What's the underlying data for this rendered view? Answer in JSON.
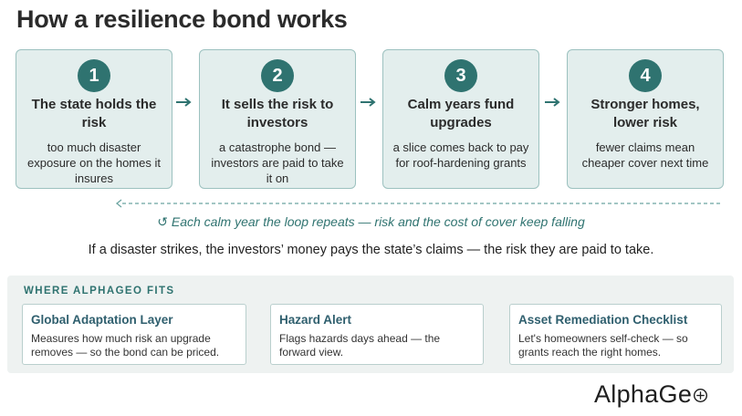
{
  "title": "How a resilience bond works",
  "steps": [
    {
      "number": "1",
      "heading": "The state holds the risk",
      "description": "too much disaster exposure on the homes it insures"
    },
    {
      "number": "2",
      "heading": "It sells the risk to investors",
      "description": "a catastrophe bond — investors are paid to take it on"
    },
    {
      "number": "3",
      "heading": "Calm years fund upgrades",
      "description": "a slice comes back to pay for roof-hardening grants"
    },
    {
      "number": "4",
      "heading": "Stronger homes, lower risk",
      "description": "fewer claims mean cheaper cover next time"
    }
  ],
  "loop_text": "↺ Each calm year the loop repeats — risk and the cost of cover keep falling",
  "note": "If a disaster strikes, the investors’ money pays the state’s claims — the risk they are paid to take.",
  "fits": {
    "label": "WHERE ALPHAGEO FITS",
    "cards": [
      {
        "title": "Global Adaptation Layer",
        "description": "Measures how much risk an upgrade removes — so the bond can be priced."
      },
      {
        "title": "Hazard Alert",
        "description": "Flags hazards days ahead — the forward view."
      },
      {
        "title": "Asset Remediation Checklist",
        "description": "Let's homeowners self-check — so grants reach the right homes."
      }
    ]
  },
  "logo": {
    "text": "AlphaGe",
    "icon": "globe-crosshair-icon"
  },
  "colors": {
    "accent": "#2f7370",
    "step_fill": "#e3eeed",
    "step_border": "#9cc1bf",
    "panel": "#eef2f1",
    "card_title": "#2f5f6e"
  }
}
